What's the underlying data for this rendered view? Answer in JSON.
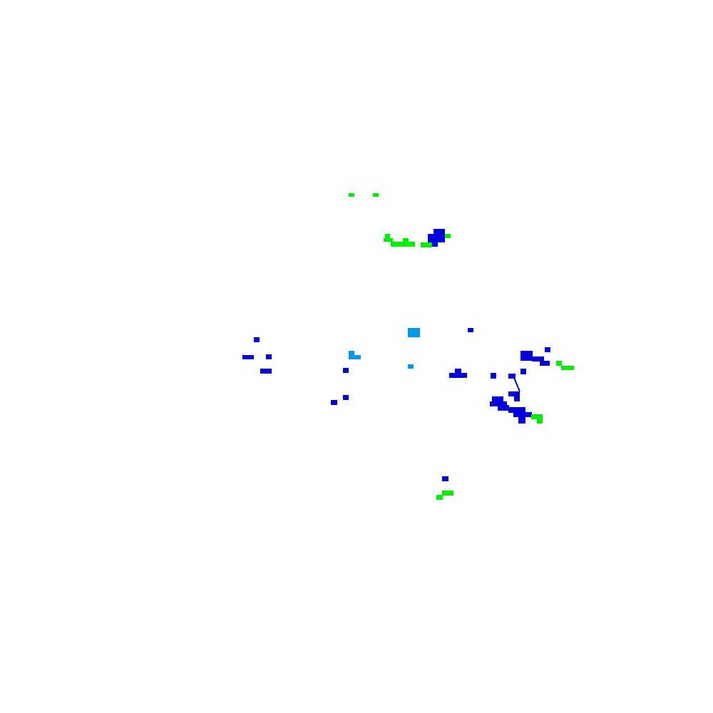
{
  "colors": {
    "background": "#ffffff",
    "green": "#00ee00",
    "blue": "#0000dd",
    "light_blue": "#0099ee"
  },
  "groups": [
    {
      "name": "green-cluster-top",
      "color": "green"
    },
    {
      "name": "blue-cluster-top",
      "color": "blue"
    },
    {
      "name": "light-blue-cluster-center",
      "color": "light_blue"
    },
    {
      "name": "blue-cluster-left",
      "color": "blue"
    },
    {
      "name": "blue-cluster-right",
      "color": "blue"
    },
    {
      "name": "green-cluster-right",
      "color": "green"
    },
    {
      "name": "blue-cluster-bottom",
      "color": "blue"
    },
    {
      "name": "green-cluster-bottom",
      "color": "green"
    }
  ]
}
